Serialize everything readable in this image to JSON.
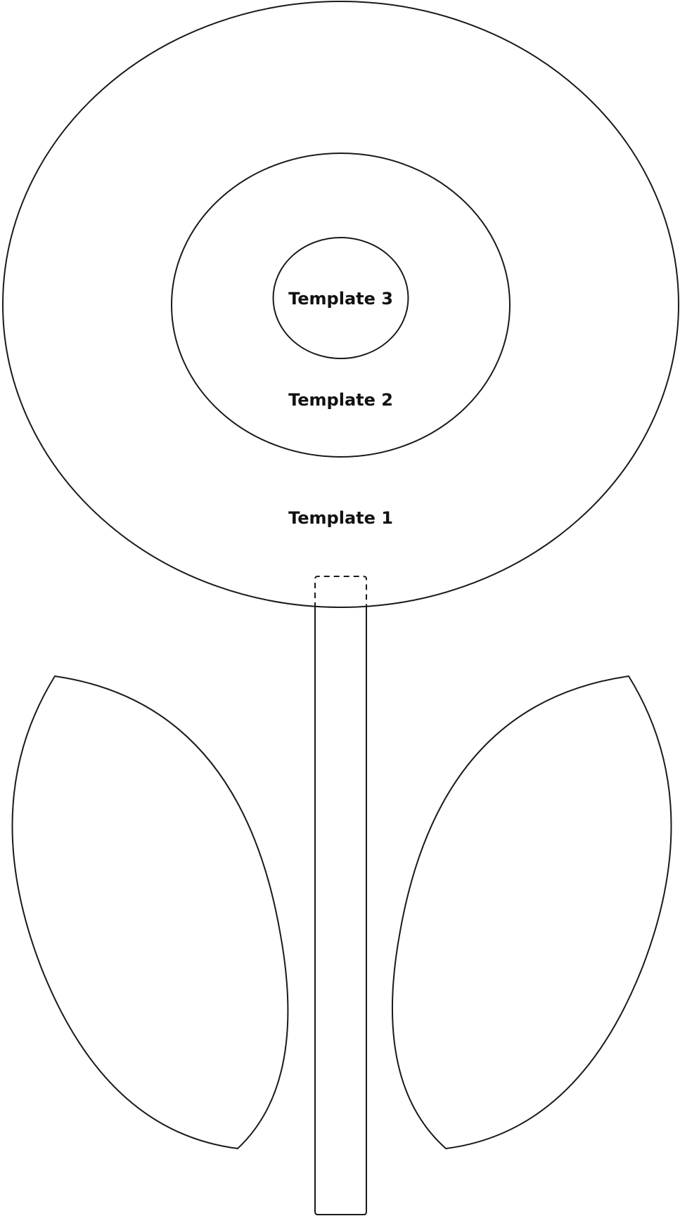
{
  "templates": {
    "template_1": {
      "label": "Template 1"
    },
    "template_2": {
      "label": "Template 2"
    },
    "template_3": {
      "label": "Template 3"
    }
  },
  "colors": {
    "stroke": "#1a1a1a",
    "background": "#ffffff",
    "text": "#111111"
  }
}
